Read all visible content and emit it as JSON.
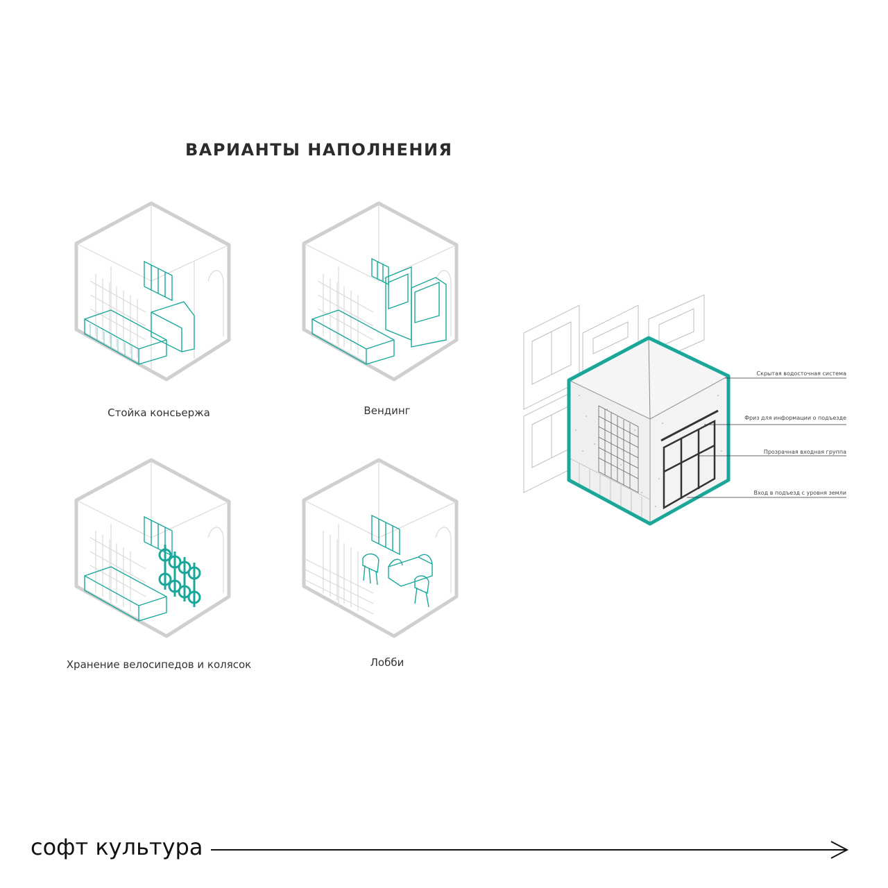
{
  "title": "ВАРИАНТЫ НАПОЛНЕНИЯ",
  "variants": [
    {
      "caption": "Стойка консьержа"
    },
    {
      "caption": "Вендинг"
    },
    {
      "caption": "Хранение велосипедов и колясок"
    },
    {
      "caption": "Лобби"
    }
  ],
  "callouts": [
    "Скрытая водосточная система",
    "Фриз для информации о подъезде",
    "Прозрачная входная группа",
    "Вход в подъезд с уровня земли"
  ],
  "brand": "софт культура",
  "colors": {
    "accent": "#1aa79a",
    "outline": "#cfcfcf",
    "dark": "#333333"
  }
}
